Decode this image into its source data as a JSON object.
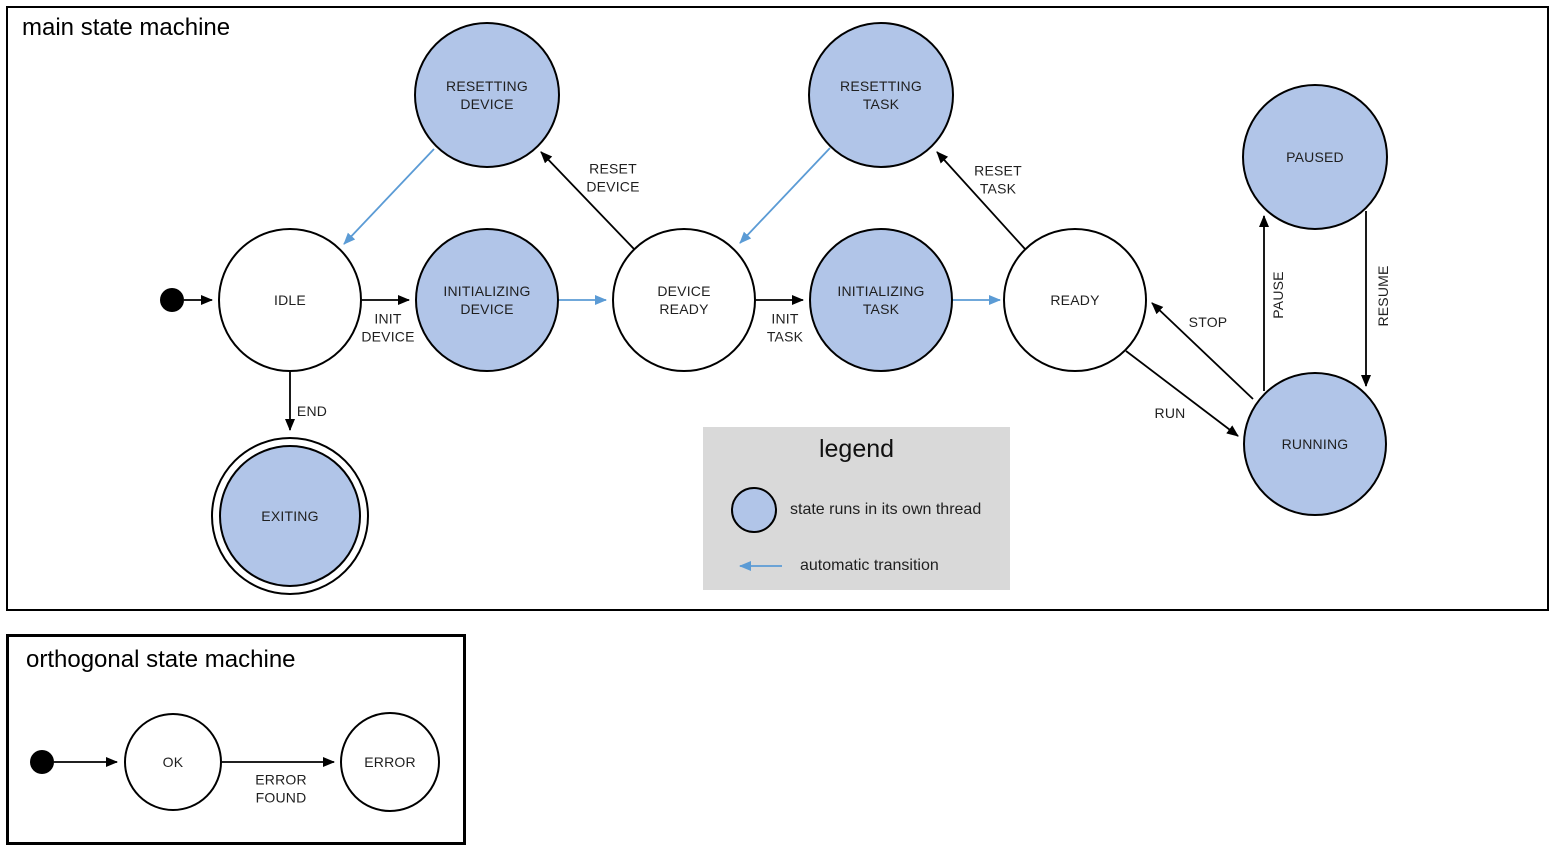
{
  "colors": {
    "thread_state_fill": "#b1c5e8",
    "automatic_transition_arrow": "#5b9bd5",
    "normal_arrow": "#000000",
    "legend_background": "#d9d9d9"
  },
  "main_panel": {
    "title": "main state machine",
    "states": {
      "idle": "IDLE",
      "resetting_device": "RESETTING\nDEVICE",
      "initializing_device": "INITIALIZING\nDEVICE",
      "device_ready": "DEVICE\nREADY",
      "resetting_task": "RESETTING\nTASK",
      "initializing_task": "INITIALIZING\nTASK",
      "ready": "READY",
      "paused": "PAUSED",
      "running": "RUNNING",
      "exiting": "EXITING"
    },
    "transition_labels": {
      "init_device": "INIT\nDEVICE",
      "reset_device": "RESET\nDEVICE",
      "init_task": "INIT\nTASK",
      "reset_task": "RESET\nTASK",
      "stop": "STOP",
      "run": "RUN",
      "pause": "PAUSE",
      "resume": "RESUME",
      "end": "END"
    },
    "legend": {
      "title": "legend",
      "thread_state_label": "state runs in its own thread",
      "automatic_transition_label": "automatic transition"
    }
  },
  "orthogonal_panel": {
    "title": "orthogonal state machine",
    "states": {
      "ok": "OK",
      "error": "ERROR"
    },
    "transition_labels": {
      "error_found": "ERROR\nFOUND"
    }
  }
}
